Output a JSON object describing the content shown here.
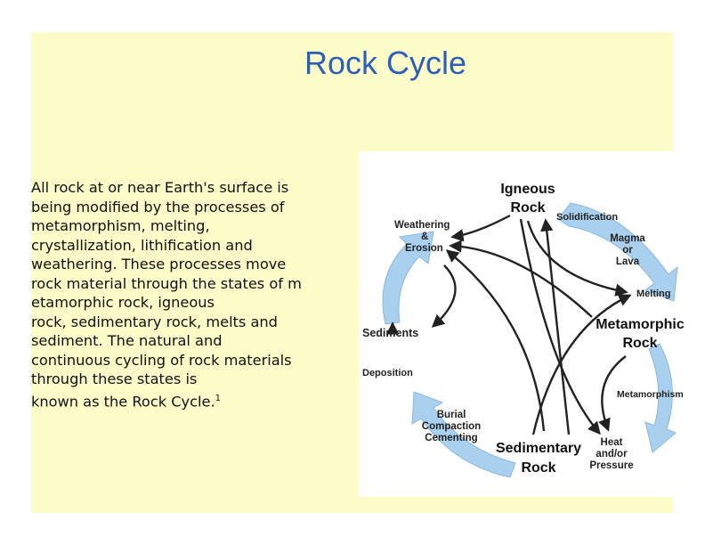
{
  "slide": {
    "title": "Rock Cycle",
    "body_lines": [
      "All rock at or near Earth's surface is",
      "being modified by the processes  of",
      "metamorphism, melting,",
      "crystallization, lithification and",
      "weathering. These processes move",
      "rock material through the states of m",
      "etamorphic rock, igneous",
      "rock, sedimentary rock, melts and",
      "sediment. The natural and",
      "continuous cycling of rock materials",
      "through  these states is",
      "known as the Rock Cycle."
    ],
    "footnote_marker": "1"
  },
  "diagram": {
    "nodes": {
      "igneous": [
        "Igneous",
        "Rock"
      ],
      "metamorphic": [
        "Metamorphic",
        "Rock"
      ],
      "sedimentary": [
        "Sedimentary",
        "Rock"
      ],
      "sediments": "Sediments",
      "magma": [
        "Magma",
        "or",
        "Lava"
      ],
      "heat": [
        "Heat",
        "and/or",
        "Pressure"
      ]
    },
    "processes": {
      "solidification": "Solidification",
      "weathering": [
        "Weathering",
        "&",
        "Erosion"
      ],
      "melting": "Melting",
      "deposition": "Deposition",
      "burial": [
        "Burial",
        "Compaction",
        "Cementing"
      ],
      "metamorphism": "Metamorphism"
    },
    "colors": {
      "cycle_arrow": "#a9d0ee",
      "cycle_arrow_edge": "#8db8dc",
      "flow_arrow": "#222222"
    }
  }
}
